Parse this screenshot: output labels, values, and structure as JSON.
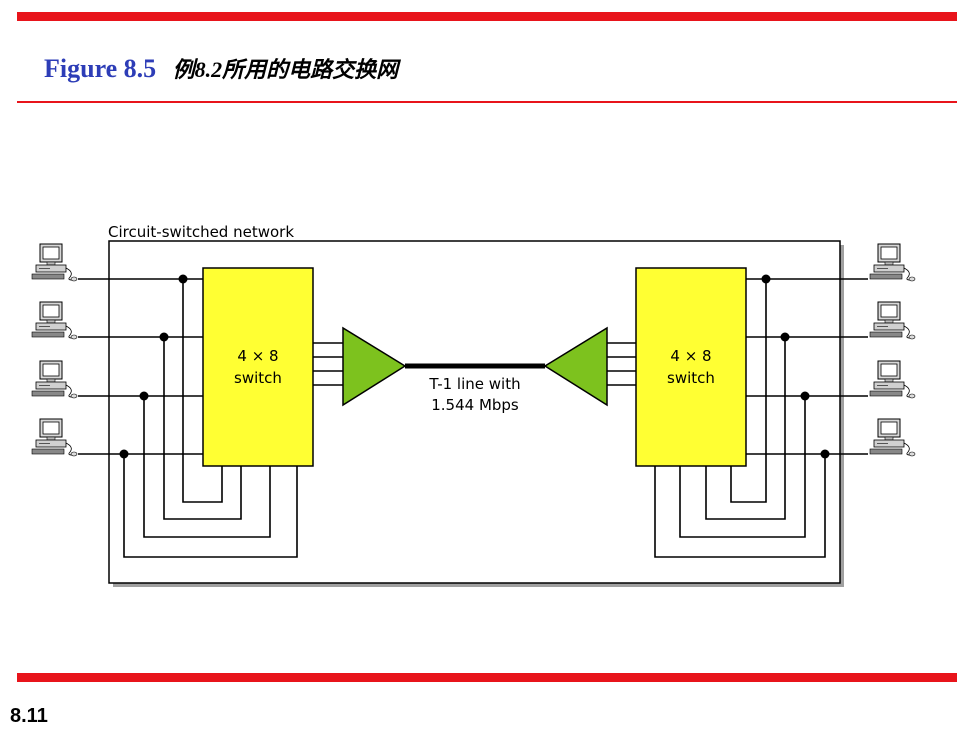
{
  "slide": {
    "figure_label": "Figure 8.5",
    "caption": "例8.2所用的电路交换网",
    "page_number": "8.11"
  },
  "diagram": {
    "network_label": "Circuit-switched network",
    "left_switch": {
      "line1": "4 × 8",
      "line2": "switch"
    },
    "right_switch": {
      "line1": "4 × 8",
      "line2": "switch"
    },
    "trunk_label": {
      "line1": "T-1 line with",
      "line2": "1.544 Mbps"
    },
    "colors": {
      "accent_red": "#e8141b",
      "title_blue": "#2d3db7",
      "switch_fill": "#ffff33",
      "mux_fill": "#7dc21e"
    },
    "icons": [
      "computer-icon"
    ]
  }
}
